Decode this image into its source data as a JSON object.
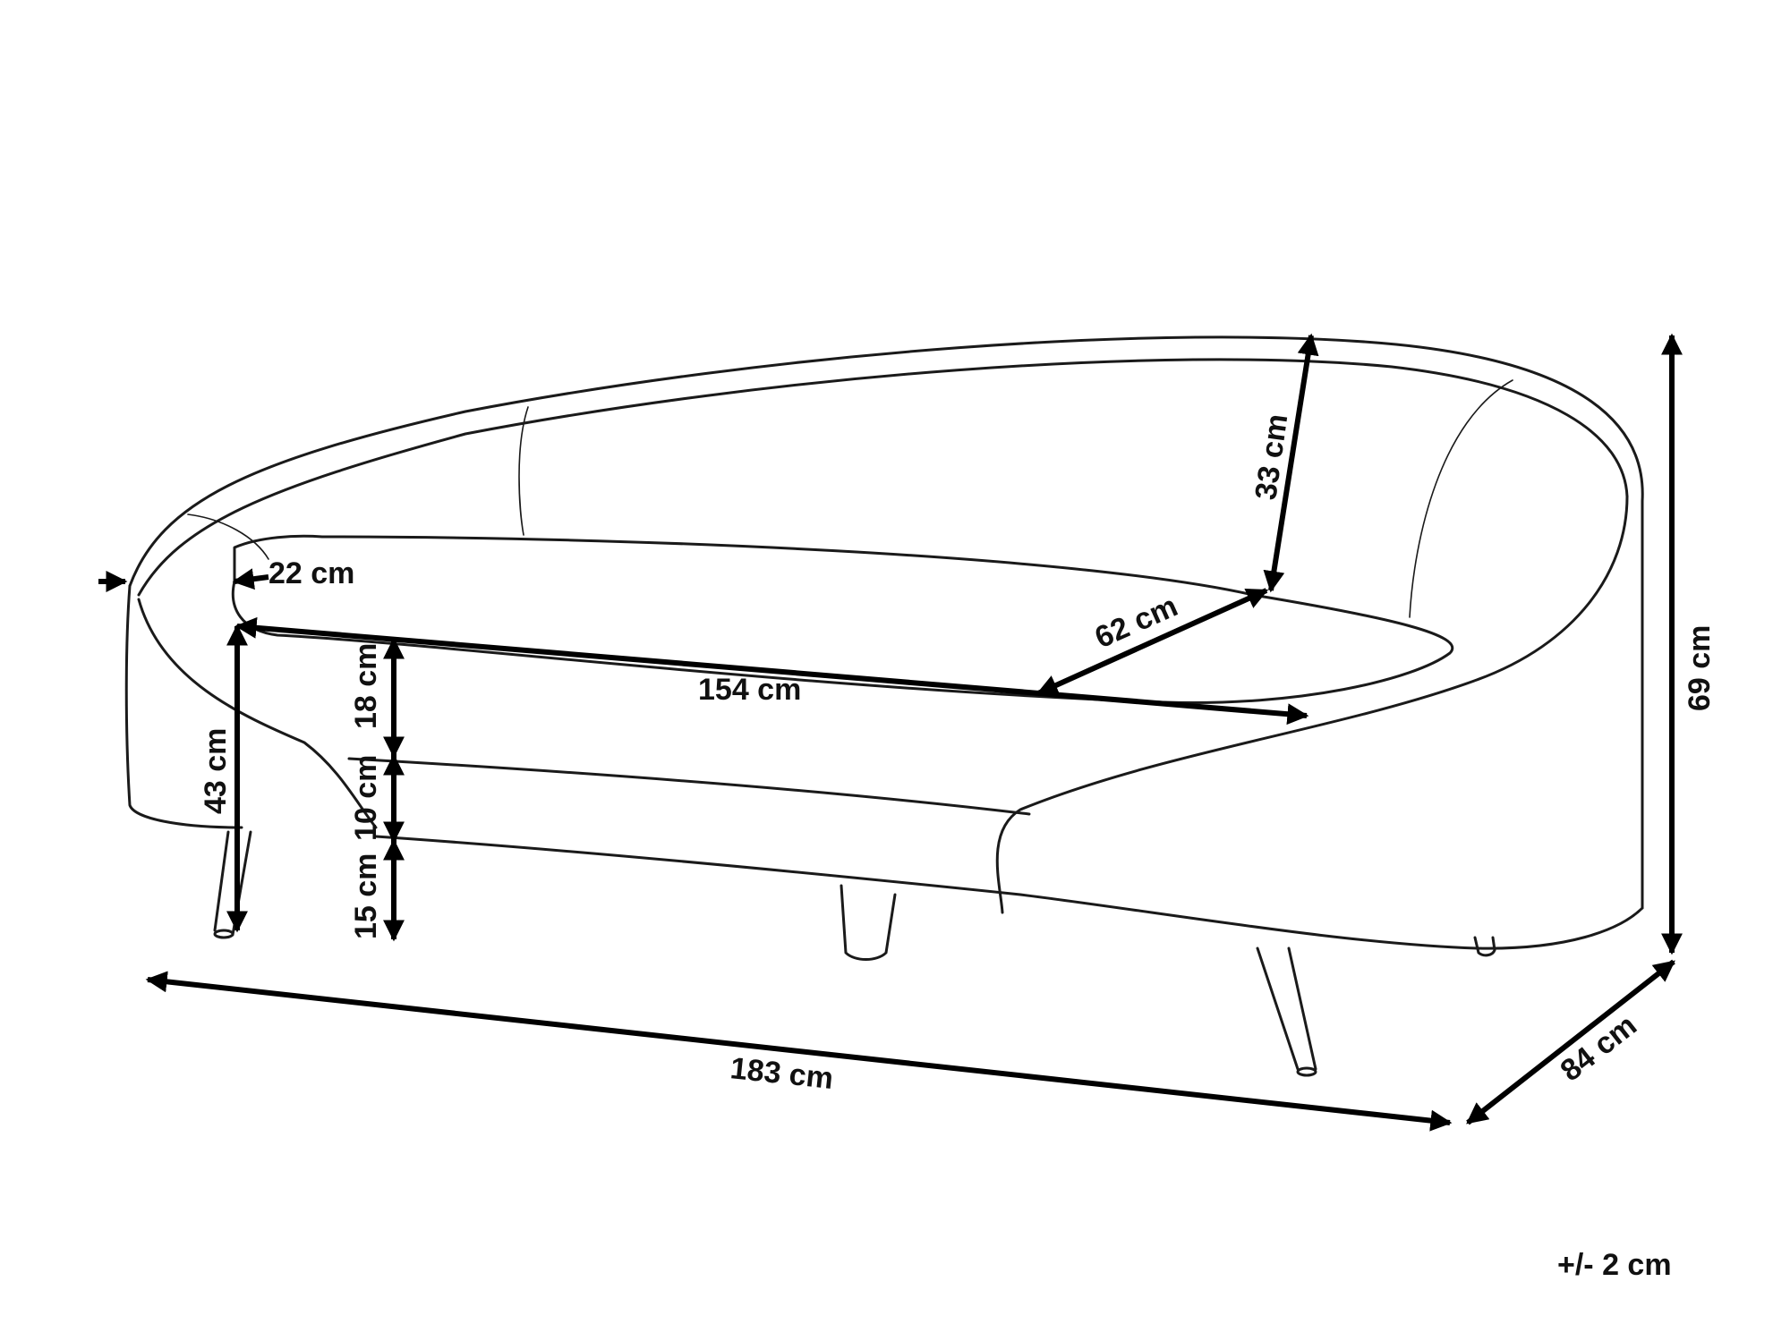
{
  "dimensions": {
    "backrest_height": "33 cm",
    "armrest_width": "22 cm",
    "seat_depth": "62 cm",
    "seat_width": "154 cm",
    "seat_cushion_height": "18 cm",
    "base_height": "10 cm",
    "leg_height": "15 cm",
    "seat_height": "43 cm",
    "total_height": "69 cm",
    "total_width": "183 cm",
    "total_depth": "84 cm"
  },
  "tolerance": "+/- 2 cm",
  "colors": {
    "line": "#1a1a1a",
    "background": "#ffffff"
  }
}
